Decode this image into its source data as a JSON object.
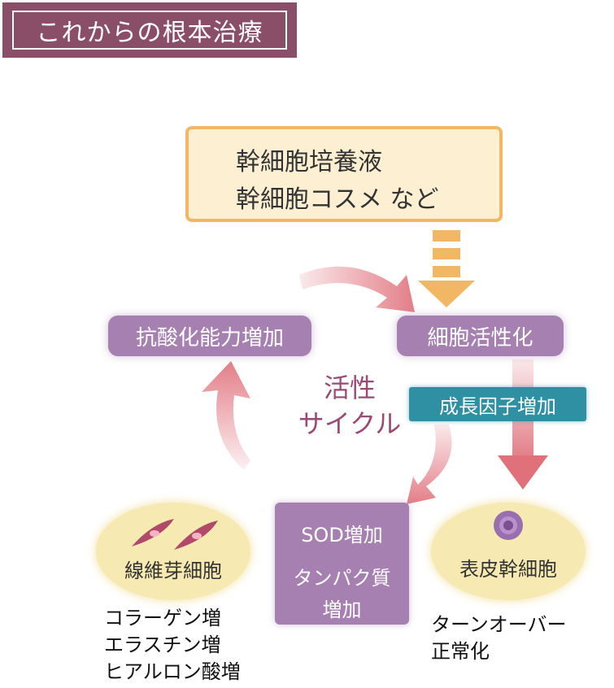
{
  "title": "これからの根本治療",
  "source": {
    "line1": "幹細胞培養液",
    "line2": "幹細胞コスメ など"
  },
  "nodes": {
    "antioxidant": "抗酸化能力増加",
    "cell_activation": "細胞活性化",
    "growth_factor": "成長因子増加",
    "cycle_line1": "活性",
    "cycle_line2": "サイクル",
    "fibroblast": "線維芽細胞",
    "sod": "SOD増加",
    "protein_line1": "タンパク質",
    "protein_line2": "増加",
    "epidermal_stem": "表皮幹細胞"
  },
  "fibroblast_effects": [
    "コラーゲン増",
    "エラスチン増",
    "ヒアルロン酸増"
  ],
  "epidermal_effects": [
    "ターンオーバー",
    "正常化"
  ],
  "colors": {
    "title_bg": "#8a4e68",
    "pill": "#a680b0",
    "growth_factor": "#2f8fa3",
    "arrow_red": "#e0707a",
    "arrow_orange": "#f1b764",
    "ellipse": "#f6e9b1"
  }
}
